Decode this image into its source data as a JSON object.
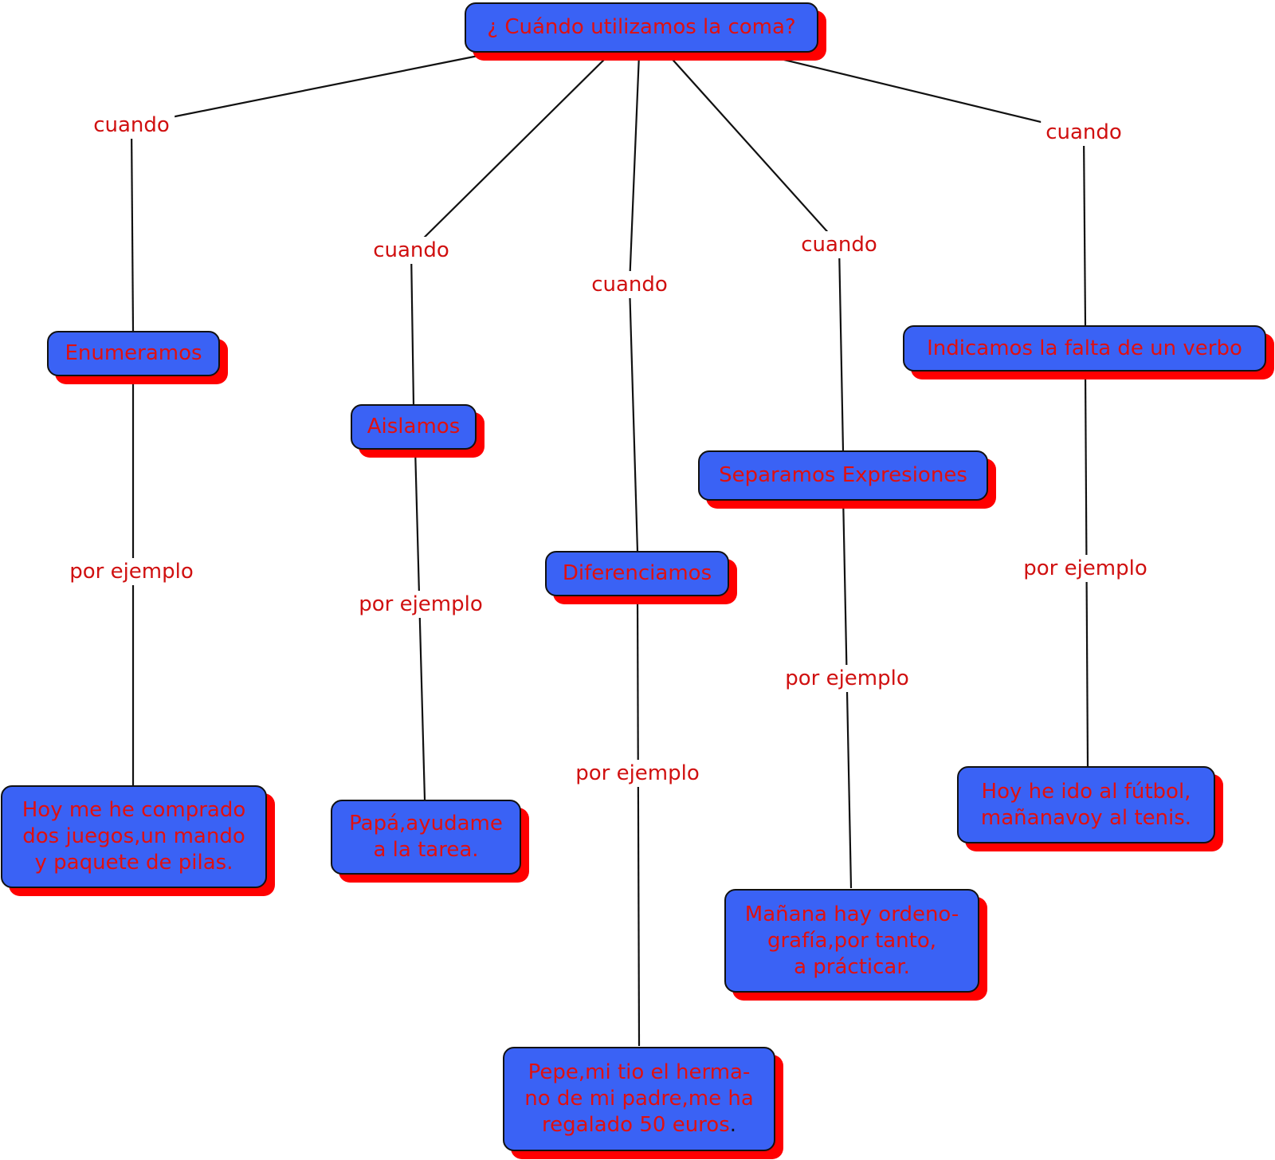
{
  "root": {
    "label": "¿ Cuándo utilizamos la coma?"
  },
  "concepts": {
    "enumeramos": "Enumeramos",
    "aislamos": "Aislamos",
    "diferenciamos": "Diferenciamos",
    "separamos": "Separamos Expresiones",
    "indicamos": "Indicamos la falta de un verbo"
  },
  "examples": {
    "enumeramos": "Hoy me he comprado\ndos juegos,un mando\ny paquete de pilas.",
    "aislamos": "Papá,ayudame\na la tarea.",
    "diferenciamos": "Pepe,mi tio el herma-\nno de mi padre,me ha\nregalado 50 euros",
    "diferenciamos_end": ".",
    "separamos": "Mañana hay ordeno-\ngrafía,por tanto,\na prácticar.",
    "indicamos": "Hoy he ido al fútbol,\nmañanavoy al tenis."
  },
  "linking_phrases": {
    "when": "cuando",
    "example": "por ejemplo"
  },
  "colors": {
    "node_fill": "#3a62f5",
    "node_text": "#e01010",
    "shadow": "#ff0000",
    "line": "#111111"
  }
}
